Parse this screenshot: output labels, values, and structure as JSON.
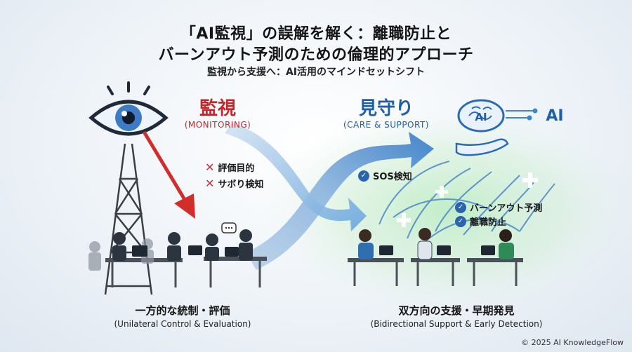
{
  "title_line1": "「AI監視」の誤解を解く：離職防止と",
  "title_line2": "バーンアウト予測のための倫理的アプローチ",
  "subtitle": "監視から支援へ：AI活用のマインドセットシフト",
  "left": {
    "heading": "監視",
    "heading_en": "(MONITORING)",
    "items": [
      "評価目的",
      "サボり検知"
    ],
    "caption": "一方的な統制・評価",
    "caption_en": "(Unilateral Control & Evaluation)",
    "icons": [
      "eye-icon",
      "cross-icon"
    ]
  },
  "right": {
    "heading": "見守り",
    "heading_en": "(CARE & SUPPORT)",
    "items": [
      "SOS検知",
      "バーンアウト予測",
      "離職防止"
    ],
    "ai_text_1": "AI",
    "ai_text_2": "AI",
    "caption": "双方向の支援・早期発見",
    "caption_en": "(Bidirectional Support & Early Detection)",
    "icons": [
      "brain-icon",
      "hand-icon",
      "check-icon"
    ]
  },
  "copyright": "© 2025 AI KnowledgeFlow",
  "colors": {
    "red": "#c0292b",
    "blue": "#1f5ea8",
    "accent_green": "#7ad47f"
  }
}
